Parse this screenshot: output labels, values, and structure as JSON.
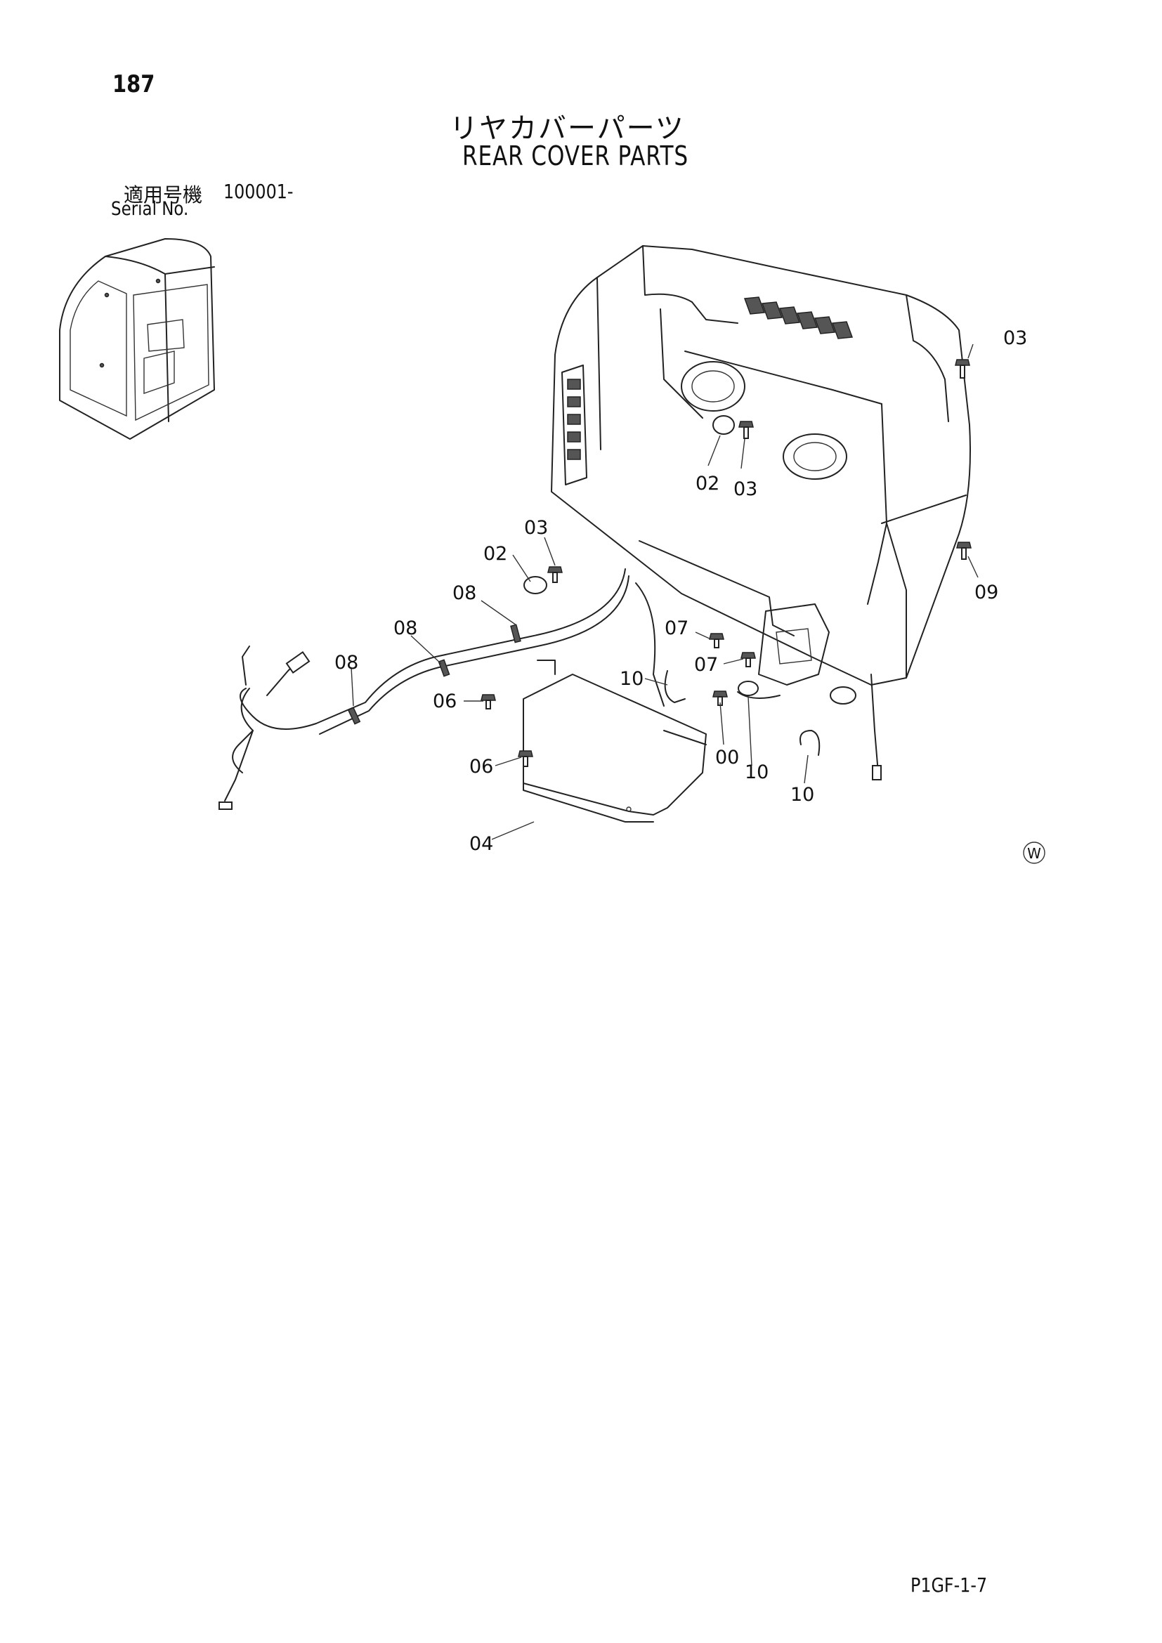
{
  "header": {
    "page_number": "187",
    "title_jp": "リヤカバーパーツ",
    "title_en": "REAR COVER PARTS",
    "serial_label_jp": "適用号機",
    "serial_value": "100001-",
    "serial_label_en": "Serial No."
  },
  "callouts": {
    "c03_top_right": "03",
    "c02_center": "02",
    "c03_center": "03",
    "c03_left": "03",
    "c02_left": "02",
    "c09": "09",
    "c08_a": "08",
    "c08_b": "08",
    "c08_c": "08",
    "c07_a": "07",
    "c07_b": "07",
    "c10_a": "10",
    "c06_a": "06",
    "c06_b": "06",
    "c00": "00",
    "c10_b": "10",
    "c10_c": "10",
    "c04": "04",
    "mark": "W"
  },
  "footer": {
    "code": "P1GF-1-7"
  }
}
